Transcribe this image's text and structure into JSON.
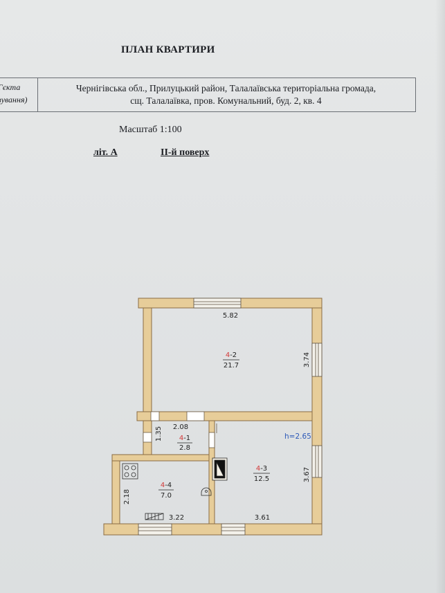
{
  "header": {
    "title": "ПЛАН КВАРТИРИ",
    "object_label_line1": "Гєкта",
    "object_label_line2": "зування)",
    "address_line1": "Чернігівська обл., Прилуцький район, Талалаївська територіальна громада,",
    "address_line2": "сщ. Талалаївка, пров. Комунальний, буд. 2, кв. 4",
    "scale": "Масштаб 1:100",
    "letter": "літ. А",
    "floor": "ІІ-й поверх"
  },
  "plan": {
    "ceiling_height": "h=2.65",
    "rooms": [
      {
        "prefix": "4",
        "number": "-2",
        "area": "21.7"
      },
      {
        "prefix": "4",
        "number": "-1",
        "area": "2.8"
      },
      {
        "prefix": "4",
        "number": "-3",
        "area": "12.5"
      },
      {
        "prefix": "4",
        "number": "-4",
        "area": "7.0"
      }
    ],
    "dimensions": {
      "top_width": "5.82",
      "right_upper": "3.74",
      "hall_width": "2.08",
      "hall_depth": "1.35",
      "right_lower": "3.67",
      "kitchen_depth": "2.18",
      "kitchen_width": "3.22",
      "room3_width": "3.61"
    },
    "colors": {
      "wall": "#e7cd99",
      "wall_stroke": "#8a6c43",
      "room_prefix": "#d23a3a",
      "height_label": "#2d59b8"
    }
  }
}
